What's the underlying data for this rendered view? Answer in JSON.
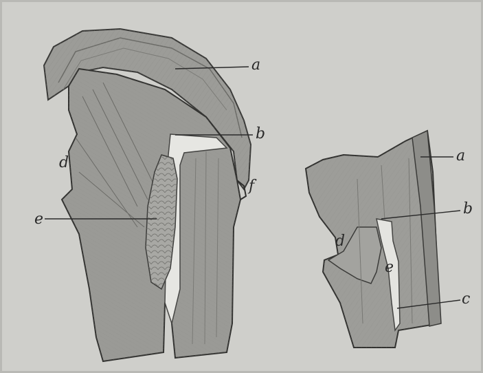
{
  "figure": {
    "left_specimen": {
      "labels": [
        "a",
        "b",
        "d",
        "e",
        "f"
      ]
    },
    "right_specimen": {
      "labels": [
        "a",
        "b",
        "c",
        "d",
        "e"
      ]
    }
  }
}
